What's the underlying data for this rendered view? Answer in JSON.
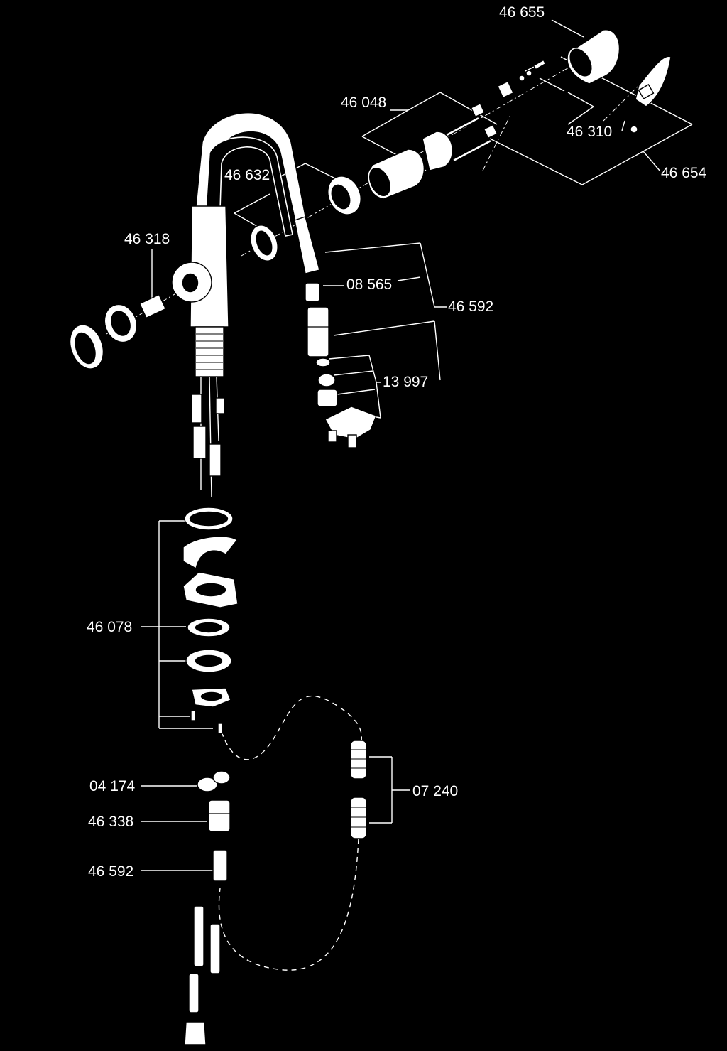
{
  "labels": {
    "n46655": "46 655",
    "n46048": "46 048",
    "n46310": "46 310",
    "n46654": "46 654",
    "n46632": "46 632",
    "n46318": "46 318",
    "n08565": "08 565",
    "n46592_top": "46 592",
    "n13997": "13 997",
    "n46078": "46 078",
    "n04174": "04 174",
    "n07240": "07 240",
    "n46338": "46 338",
    "n46592_bottom": "46 592"
  },
  "colors": {
    "background": "#000000",
    "ink": "#ffffff"
  }
}
